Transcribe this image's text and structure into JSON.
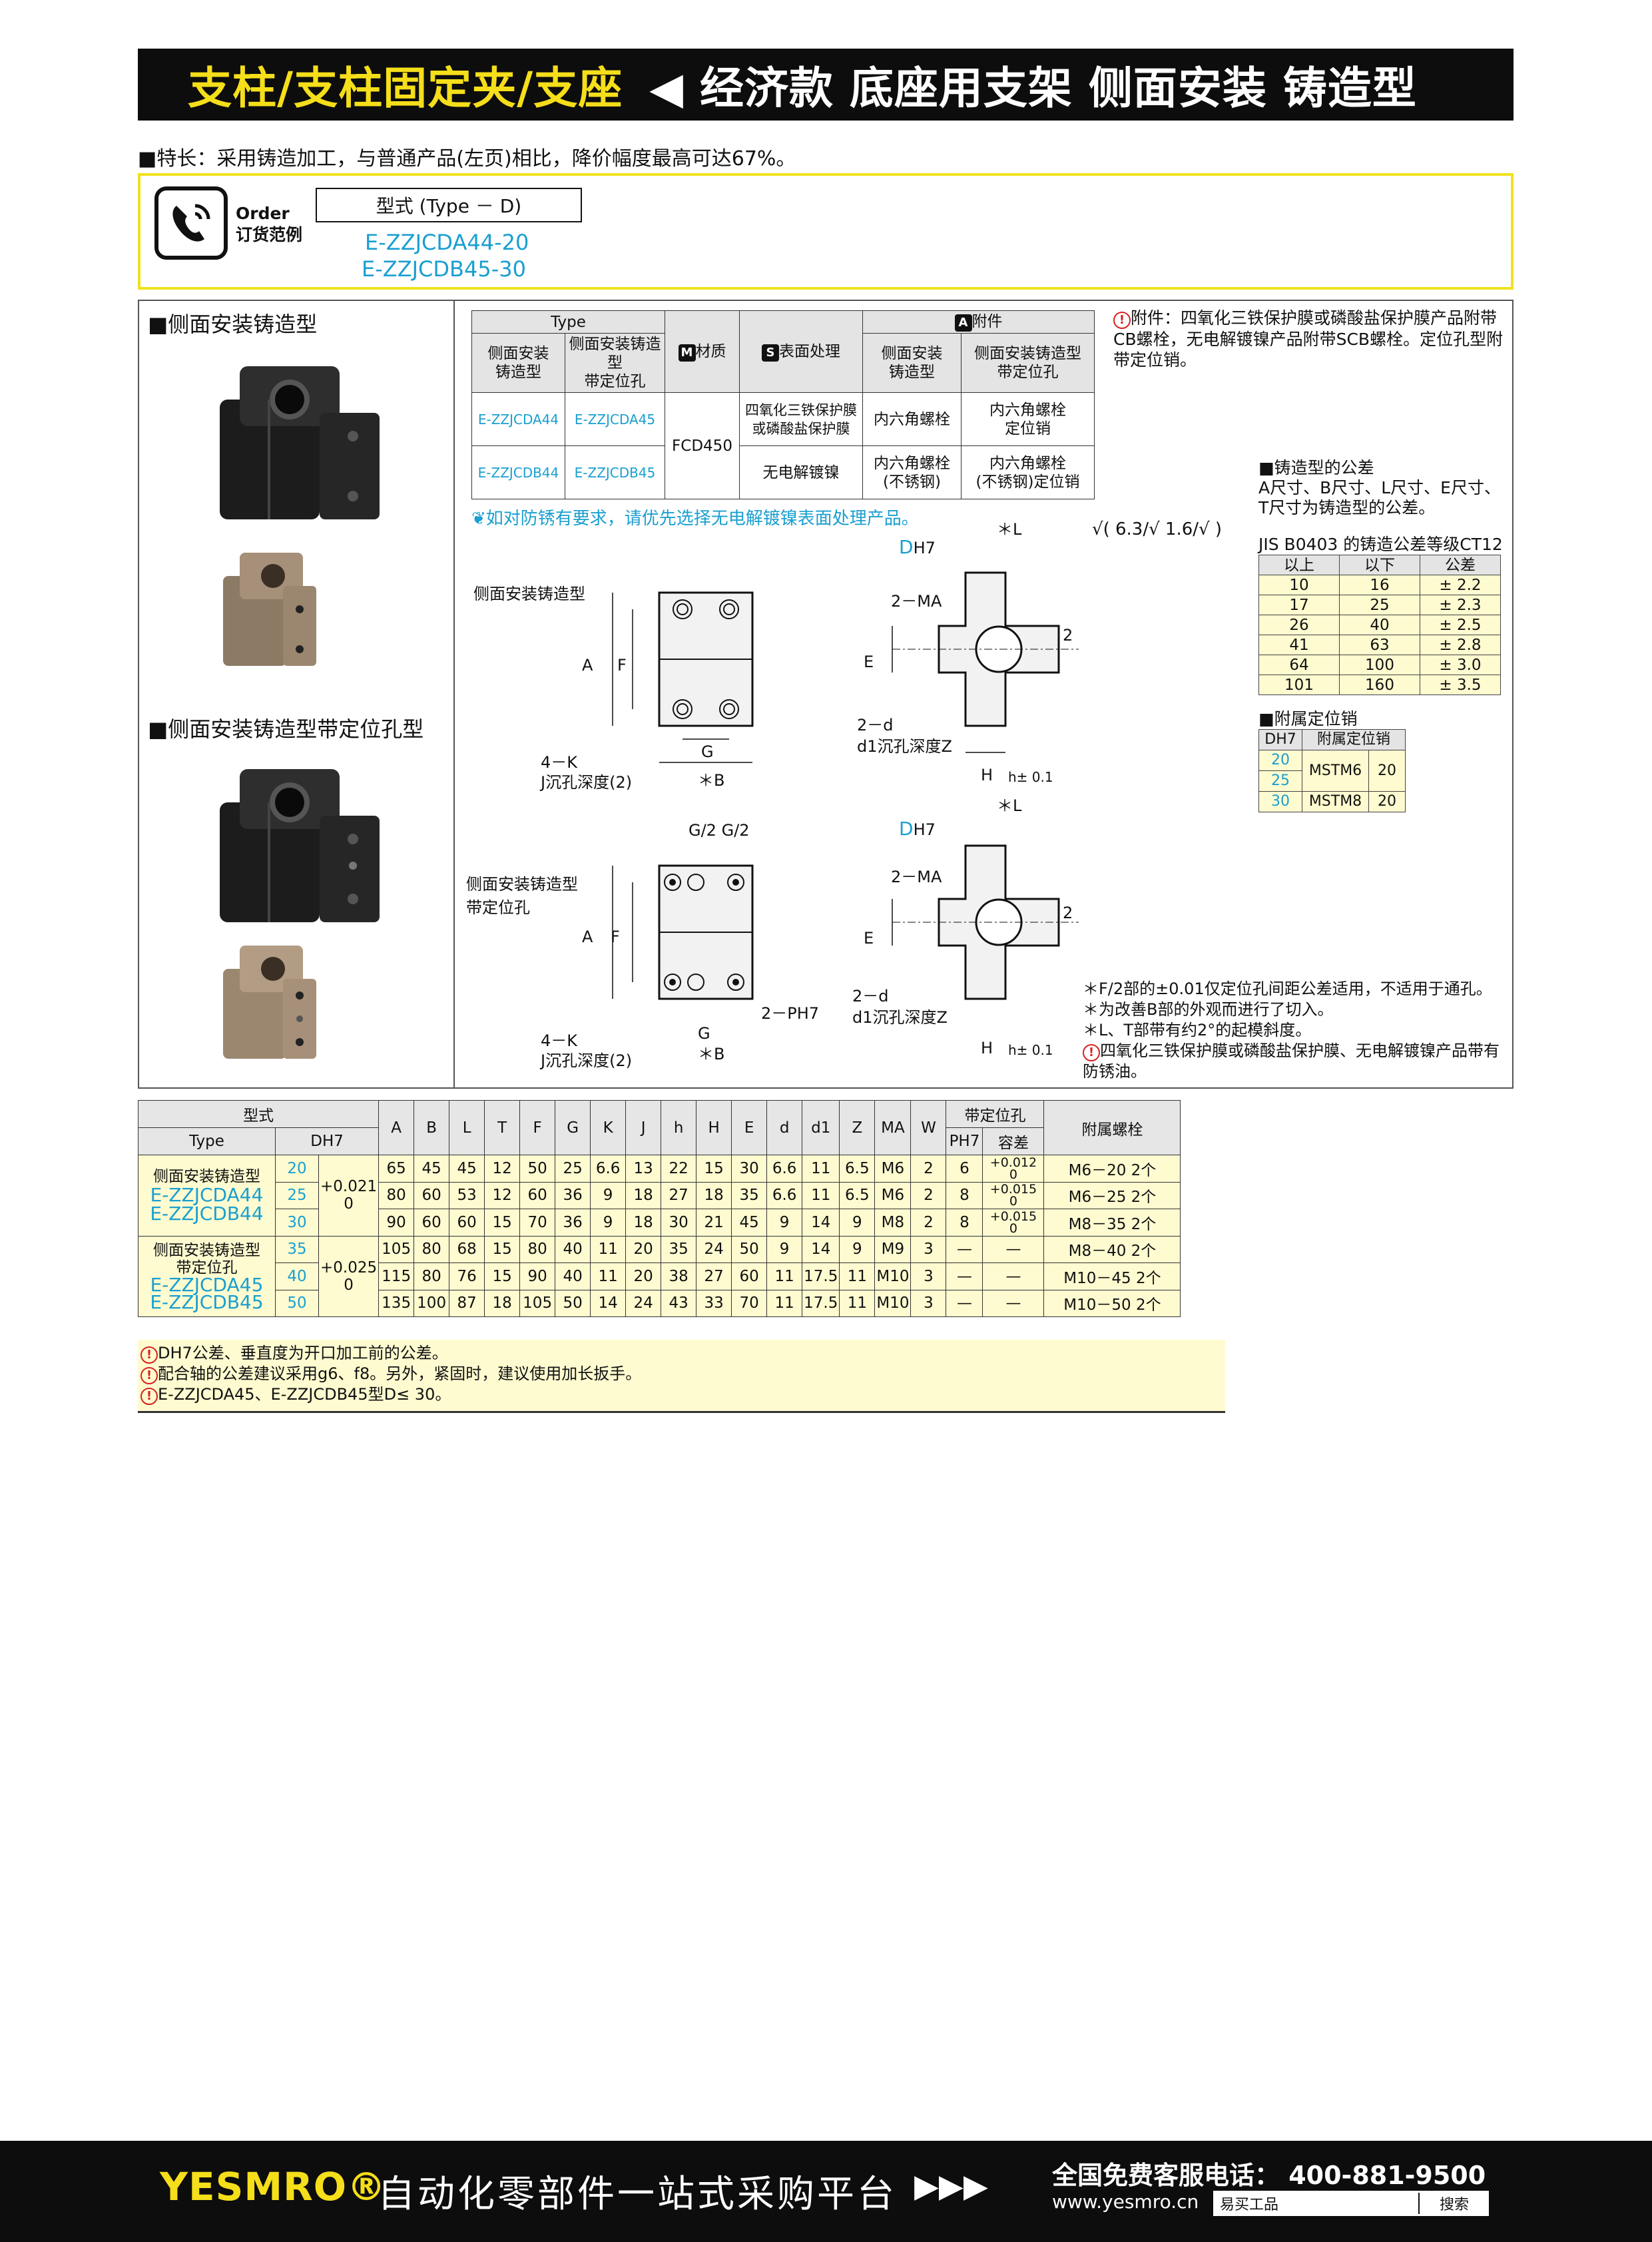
{
  "header": {
    "title_main": "支柱/支柱固定夹/支座",
    "title_sub": "◀ 经济款 底座用支架 侧面安装 铸造型"
  },
  "feature": "■特长：采用铸造加工，与普通产品(左页)相比，降价幅度最高可达67%。",
  "order": {
    "label_en": "Order",
    "label_cn": "订货范例",
    "type_label": "型式 (Type － D)",
    "codes": [
      "E-ZZJCDA44-20",
      "E-ZZJCDB45-30"
    ]
  },
  "sections": {
    "side_cast": "■侧面安装铸造型",
    "side_cast_pin": "■侧面安装铸造型带定位孔型"
  },
  "spec_table": {
    "type_header": "Type",
    "material_header": "材质",
    "surface_header": "表面处理",
    "attach_header": "附件",
    "sub_headers": [
      "侧面安装\n铸造型",
      "侧面安装铸造型\n带定位孔",
      "侧面安装\n铸造型",
      "侧面安装铸造型\n带定位孔"
    ],
    "rows": [
      {
        "t1": "E-ZZJCDA44",
        "t2": "E-ZZJCDA45",
        "surface": "四氧化三铁保护膜\n或磷酸盐保护膜",
        "a1": "内六角螺栓",
        "a2": "内六角螺栓\n定位销"
      },
      {
        "t1": "E-ZZJCDB44",
        "t2": "E-ZZJCDB45",
        "surface": "无电解镀镍",
        "a1": "内六角螺栓\n(不锈钢)",
        "a2": "内六角螺栓\n(不锈钢)定位销"
      }
    ],
    "material": "FCD450",
    "note": "❦如对防锈有要求，请优先选择无电解镀镍表面处理产品。"
  },
  "attach_note": "附件：四氧化三铁保护膜或磷酸盐保护膜产品附带CB螺栓，无电解镀镍产品附带SCB螺栓。定位孔型附带定位销。",
  "cast_tol": {
    "title": "■铸造型的公差\n  A尺寸、B尺寸、L尺寸、E尺寸、\n  T尺寸为铸造型的公差。",
    "jis": "JIS B0403 的铸造公差等级CT12",
    "headers": [
      "以上",
      "以下",
      "公差"
    ],
    "rows": [
      [
        "10",
        "16",
        "± 2.2"
      ],
      [
        "17",
        "25",
        "± 2.3"
      ],
      [
        "26",
        "40",
        "± 2.5"
      ],
      [
        "41",
        "63",
        "± 2.8"
      ],
      [
        "64",
        "100",
        "± 3.0"
      ],
      [
        "101",
        "160",
        "± 3.5"
      ]
    ]
  },
  "pin": {
    "title": "■附属定位销",
    "headers": [
      "DH7",
      "附属定位销"
    ],
    "rows": [
      [
        "20",
        "MSTM6",
        "20"
      ],
      [
        "25",
        "MSTM8",
        "20"
      ],
      [
        "30",
        "",
        ""
      ]
    ]
  },
  "drawing": {
    "label1": "侧面安装铸造型",
    "label2": "侧面安装铸造型\n带定位孔",
    "cb1": "4－K\nJ沉孔深度(2)",
    "cb2": "2－d\nd1沉孔深度Z",
    "ma": "2－MA",
    "ph7": "2－PH7",
    "roughness": "√( 6.3/√ 1.6/√ )"
  },
  "foot_notes": [
    "＊F/2部的±0.01仅定位孔间距公差适用，不适用于通孔。",
    "＊为改善B部的外观而进行了切入。",
    "＊L、T部带有约2°的起模斜度。",
    "四氧化三铁保护膜或磷酸盐保护膜、无电解镀镍产品带有防锈油。"
  ],
  "dims": {
    "headers": [
      "A",
      "B",
      "L",
      "T",
      "F",
      "G",
      "K",
      "J",
      "h",
      "H",
      "E",
      "d",
      "d1",
      "Z",
      "MA",
      "W"
    ],
    "type_header": "型式",
    "type_sub": "Type",
    "dh7": "DH7",
    "pin_header": "带定位孔",
    "ph7": "PH7",
    "tol": "容差",
    "bolt": "附属螺栓",
    "group1_name": "侧面安装铸造型",
    "group1_codes": [
      "E-ZZJCDA44",
      "E-ZZJCDB44"
    ],
    "group2_name": "侧面安装铸造型\n带定位孔",
    "group2_codes": [
      "E-ZZJCDA45",
      "E-ZZJCDB45"
    ],
    "tol1": "+0.021\n0",
    "tol2": "+0.025\n0",
    "rows": [
      {
        "d": "20",
        "v": [
          "65",
          "45",
          "45",
          "12",
          "50",
          "25",
          "6.6",
          "13",
          "22",
          "15",
          "30",
          "6.6",
          "11",
          "6.5",
          "M6",
          "2"
        ],
        "p": "6",
        "pt": "+0.012\n0",
        "bolt": "M6－20 2个"
      },
      {
        "d": "25",
        "v": [
          "80",
          "60",
          "53",
          "12",
          "60",
          "36",
          "9",
          "18",
          "27",
          "18",
          "35",
          "6.6",
          "11",
          "6.5",
          "M6",
          "2"
        ],
        "p": "8",
        "pt": "+0.015\n0",
        "bolt": "M6－25 2个"
      },
      {
        "d": "30",
        "v": [
          "90",
          "60",
          "60",
          "15",
          "70",
          "36",
          "9",
          "18",
          "30",
          "21",
          "45",
          "9",
          "14",
          "9",
          "M8",
          "2"
        ],
        "p": "8",
        "pt": "+0.015\n0",
        "bolt": "M8－35 2个"
      },
      {
        "d": "35",
        "v": [
          "105",
          "80",
          "68",
          "15",
          "80",
          "40",
          "11",
          "20",
          "35",
          "24",
          "50",
          "9",
          "14",
          "9",
          "M9",
          "3"
        ],
        "p": "—",
        "pt": "—",
        "bolt": "M8－40 2个"
      },
      {
        "d": "40",
        "v": [
          "115",
          "80",
          "76",
          "15",
          "90",
          "40",
          "11",
          "20",
          "38",
          "27",
          "60",
          "11",
          "17.5",
          "11",
          "M10",
          "3"
        ],
        "p": "—",
        "pt": "—",
        "bolt": "M10－45 2个"
      },
      {
        "d": "50",
        "v": [
          "135",
          "100",
          "87",
          "18",
          "105",
          "50",
          "14",
          "24",
          "43",
          "33",
          "70",
          "11",
          "17.5",
          "11",
          "M10",
          "3"
        ],
        "p": "—",
        "pt": "—",
        "bolt": "M10－50 2个"
      }
    ],
    "notes": [
      "DH7公差、垂直度为开口加工前的公差。",
      "配合轴的公差建议采用g6、f8。另外，紧固时，建议使用加长扳手。",
      "E-ZZJCDA45、E-ZZJCDB45型D≤ 30。"
    ]
  },
  "footer": {
    "logo": "YESMRO®",
    "slogan": "自动化零部件一站式采购平台",
    "arrows": "▶▶▶",
    "hotline": "全国免费客服电话：  400-881-9500",
    "site": "www.yesmro.cn",
    "search_placeholder": "易买工品",
    "search_button": "搜索"
  },
  "colors": {
    "accent": "#f5de1a",
    "link": "#1a9fd0",
    "table_fill": "#fffbd0",
    "warn": "#d62222"
  }
}
